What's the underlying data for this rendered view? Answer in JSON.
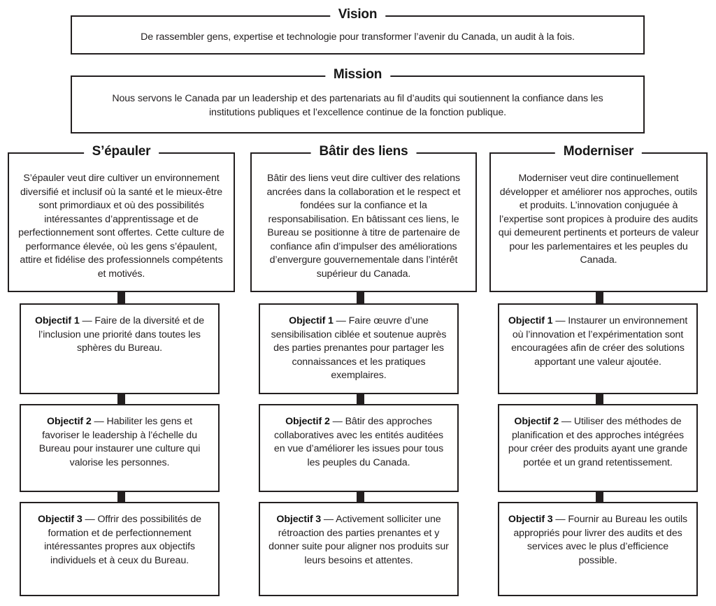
{
  "vision": {
    "title": "Vision",
    "text": "De rassembler gens, expertise et technologie pour transformer l’avenir du Canada, un audit à la fois."
  },
  "mission": {
    "title": "Mission",
    "text": "Nous servons le Canada par un leadership et des partenariats au fil d’audits qui soutiennent la confiance dans les institutions publiques et l’excellence continue de la fonction publique."
  },
  "pillars": [
    {
      "title": "S’épauler",
      "text": "S’épauler veut dire cultiver un environnement diversifié et inclusif où la santé et le mieux-être sont primordiaux et où des possibilités intéressantes d’apprentissage et de perfectionnement sont offertes. Cette culture de performance élevée, où les gens s’épaulent, attire et fidélise des professionnels compétents et motivés.",
      "objectives": [
        {
          "label": "Objectif 1",
          "dash": " — ",
          "text": "Faire de la diversité et de l’inclusion une priorité dans toutes les sphères du Bureau."
        },
        {
          "label": "Objectif 2",
          "dash": " — ",
          "text": "Habiliter les gens et favoriser le leadership à l’échelle du Bureau pour instaurer une culture qui valorise les personnes."
        },
        {
          "label": "Objectif 3",
          "dash": " — ",
          "text": "Offrir des possibilités de formation et de perfectionnement intéressantes propres aux objectifs individuels et à ceux du Bureau."
        }
      ]
    },
    {
      "title": "Bâtir des liens",
      "text": "Bâtir des liens veut dire cultiver des relations ancrées dans la collaboration et le respect et fondées sur la confiance et la responsabilisation. En bâtissant ces liens, le Bureau se positionne à titre de partenaire de confiance afin d’impulser des améliorations d’envergure gouvernementale dans l’intérêt supérieur du Canada.",
      "objectives": [
        {
          "label": "Objectif 1",
          "dash": " — ",
          "text": "Faire œuvre d’une sensibilisation ciblée et soutenue auprès des parties prenantes pour partager les connaissances et les pratiques exemplaires."
        },
        {
          "label": "Objectif 2",
          "dash": " — ",
          "text": "Bâtir des approches collaboratives avec les entités auditées en vue d’améliorer les issues pour tous les peuples du Canada."
        },
        {
          "label": "Objectif 3",
          "dash": " — ",
          "text": "Activement solliciter une rétroaction des parties prenantes et y donner suite pour aligner nos produits sur leurs besoins et attentes."
        }
      ]
    },
    {
      "title": "Moderniser",
      "text": "Moderniser veut dire continuellement  développer et améliorer nos approches, outils et produits. L’innovation conjuguée à l’expertise sont propices à produire des audits qui demeurent pertinents et porteurs de valeur pour les parlementaires et les peuples du Canada.",
      "objectives": [
        {
          "label": "Objectif 1",
          "dash": " — ",
          "text": "Instaurer un environnement où l’innovation et l’expérimentation sont encouragées afin de créer des solutions apportant une valeur ajoutée."
        },
        {
          "label": "Objectif 2",
          "dash": " — ",
          "text": "Utiliser des méthodes de planification et des approches intégrées pour créer des produits ayant une grande portée et un grand retentissement."
        },
        {
          "label": "Objectif 3",
          "dash": " — ",
          "text": "Fournir au Bureau les outils appropriés pour livrer des audits et des services avec le plus d’efficience possible."
        }
      ]
    }
  ],
  "colors": {
    "ink": "#231f20",
    "background": "#ffffff"
  }
}
